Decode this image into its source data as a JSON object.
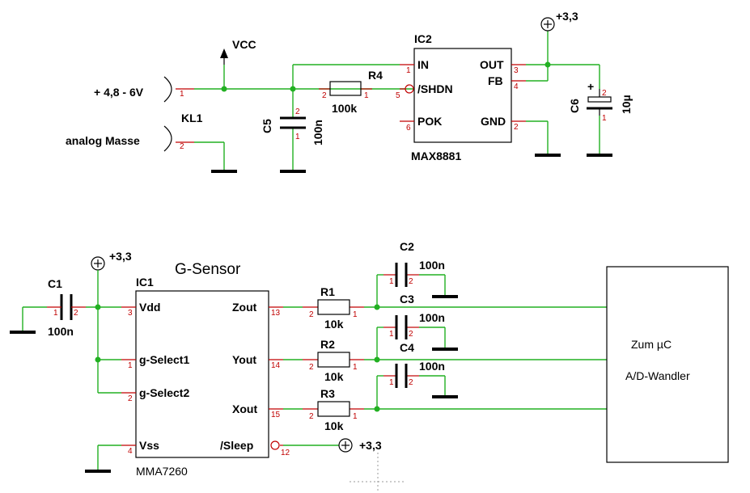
{
  "labels": {
    "vcc": "VCC",
    "supply": "+ 4,8 - 6V",
    "analog_gnd": "analog Masse",
    "kl1": "KL1",
    "ic2": "IC2",
    "max": "MAX8881",
    "r4": "R4",
    "r4v": "100k",
    "c5": "C5",
    "c5v": "100n",
    "c6": "C6",
    "c6v": "10µ",
    "p33a": "+3,3",
    "in": "IN",
    "shdn": "/SHDN",
    "pok": "POK",
    "out": "OUT",
    "fb": "FB",
    "gnd": "GND",
    "gsensor": "G-Sensor",
    "ic1": "IC1",
    "mma": "MMA7260",
    "p33b": "+3,3",
    "c1": "C1",
    "c1v": "100n",
    "vdd": "Vdd",
    "gsel1": "g-Select1",
    "gsel2": "g-Select2",
    "vss": "Vss",
    "zout": "Zout",
    "yout": "Yout",
    "xout": "Xout",
    "sleep": "/Sleep",
    "p33c": "+3,3",
    "r1": "R1",
    "r2": "R2",
    "r3": "R3",
    "r1v": "10k",
    "r2v": "10k",
    "r3v": "10k",
    "c2": "C2",
    "c3": "C3",
    "c4": "C4",
    "c2v": "100n",
    "c3v": "100n",
    "c4v": "100n",
    "muc1": "Zum µC",
    "muc2": "A/D-Wandler"
  },
  "pins": {
    "kl1_1": "1",
    "kl1_2": "2",
    "c5_2": "2",
    "c5_1": "1",
    "r4_2": "2",
    "r4_1": "1",
    "ic2_1": "1",
    "ic2_5": "5",
    "ic2_6": "6",
    "ic2_3": "3",
    "ic2_4": "4",
    "ic2_2": "2",
    "c6_2": "2",
    "c6_1": "1",
    "c1_1": "1",
    "c1_2": "2",
    "ic1_3": "3",
    "ic1_1": "1",
    "ic1_2": "2",
    "ic1_4": "4",
    "ic1_13": "13",
    "ic1_14": "14",
    "ic1_15": "15",
    "ic1_12": "12",
    "r1_2": "2",
    "r1_1": "1",
    "r2_2": "2",
    "r2_1": "1",
    "r3_2": "2",
    "r3_1": "1",
    "c2_1": "1",
    "c2_2": "2",
    "c3_1": "1",
    "c3_2": "2",
    "c4_1": "1",
    "c4_2": "2"
  }
}
